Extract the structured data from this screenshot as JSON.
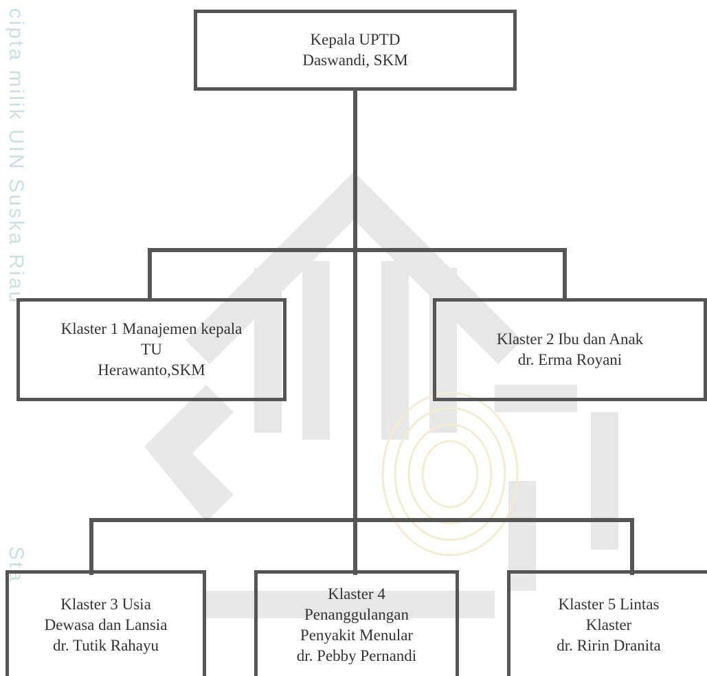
{
  "watermark": {
    "side_text_top": "cipta milik UIN Suska Riau",
    "side_text_bottom": "Sta",
    "colors": {
      "gray": "#e7e7e7",
      "gold": "#f4ecd2"
    }
  },
  "org_chart": {
    "root": {
      "title": "Kepala UPTD",
      "name": "Daswandi, SKM"
    },
    "level1": [
      {
        "lines": [
          "Klaster 1 Manajemen  kepala",
          "TU",
          "Herawanto,SKM"
        ]
      },
      {
        "lines": [
          "Klaster 2 Ibu dan Anak",
          "dr. Erma Royani"
        ]
      }
    ],
    "level2": [
      {
        "lines": [
          "Klaster 3 Usia",
          "Dewasa dan Lansia",
          "dr. Tutik Rahayu"
        ]
      },
      {
        "lines": [
          "Klaster 4",
          "Penanggulangan",
          "Penyakit Menular",
          "dr. Pebby Pernandi"
        ]
      },
      {
        "lines": [
          "Klaster 5 Lintas",
          "Klaster",
          "dr. Ririn Dranita"
        ]
      }
    ],
    "colors": {
      "line": "#555555",
      "text": "#333333"
    }
  }
}
